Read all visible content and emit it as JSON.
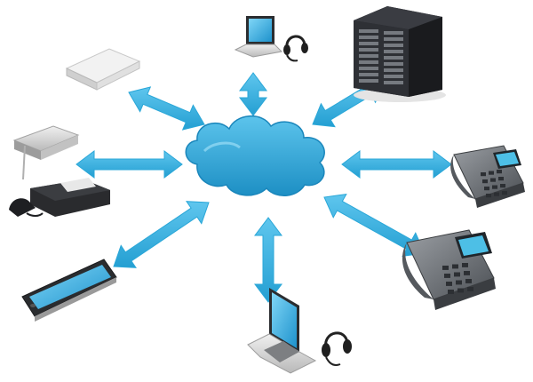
{
  "diagram": {
    "hub": {
      "icon": "cloud-icon",
      "color": "#2aa7d8"
    },
    "arrow_color": "#2aa7d8",
    "nodes": [
      {
        "name": "modem-router",
        "icon": "router-icon"
      },
      {
        "name": "laptop-headset-top",
        "icon": "laptop-icon"
      },
      {
        "name": "server-rack",
        "icon": "server-icon"
      },
      {
        "name": "router-and-fax",
        "icon": "fax-icon"
      },
      {
        "name": "ip-phone-right",
        "icon": "ip-phone-icon"
      },
      {
        "name": "ip-phone-bottom-right",
        "icon": "ip-phone-icon"
      },
      {
        "name": "smartphone",
        "icon": "smartphone-icon"
      },
      {
        "name": "laptop-headset-bottom",
        "icon": "laptop-icon"
      }
    ]
  }
}
